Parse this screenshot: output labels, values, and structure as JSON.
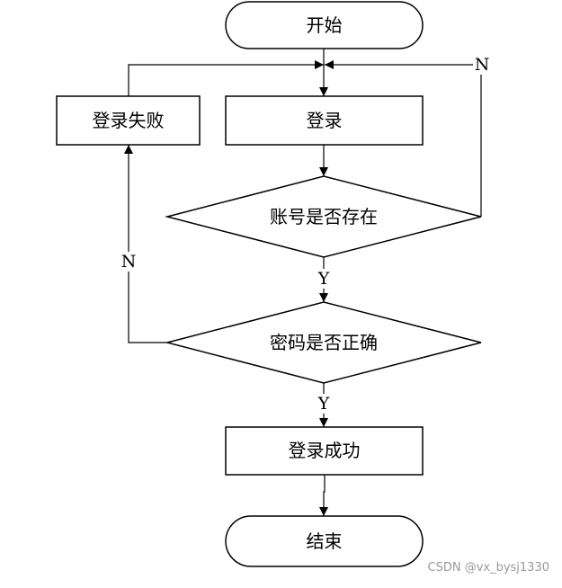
{
  "diagram": {
    "nodes": {
      "start": {
        "label": "开始",
        "shape": "terminator"
      },
      "login": {
        "label": "登录",
        "shape": "process"
      },
      "login_failed": {
        "label": "登录失败",
        "shape": "process"
      },
      "account_exists": {
        "label": "账号是否存在",
        "shape": "decision"
      },
      "password_correct": {
        "label": "密码是否正确",
        "shape": "decision"
      },
      "login_success": {
        "label": "登录成功",
        "shape": "process"
      },
      "end": {
        "label": "结束",
        "shape": "terminator"
      }
    },
    "edges": [
      {
        "from": "start",
        "to": "login",
        "label": ""
      },
      {
        "from": "login",
        "to": "account_exists",
        "label": ""
      },
      {
        "from": "account_exists",
        "to": "password_correct",
        "label": "Y"
      },
      {
        "from": "account_exists",
        "to": "login",
        "label": "N"
      },
      {
        "from": "password_correct",
        "to": "login_success",
        "label": "Y"
      },
      {
        "from": "password_correct",
        "to": "login_failed",
        "label": "N"
      },
      {
        "from": "login_failed",
        "to": "login",
        "label": ""
      },
      {
        "from": "login_success",
        "to": "end",
        "label": ""
      }
    ],
    "colors": {
      "stroke": "#000000",
      "fill": "#ffffff",
      "text": "#000000"
    }
  },
  "watermark": "CSDN @vx_bysj1330"
}
